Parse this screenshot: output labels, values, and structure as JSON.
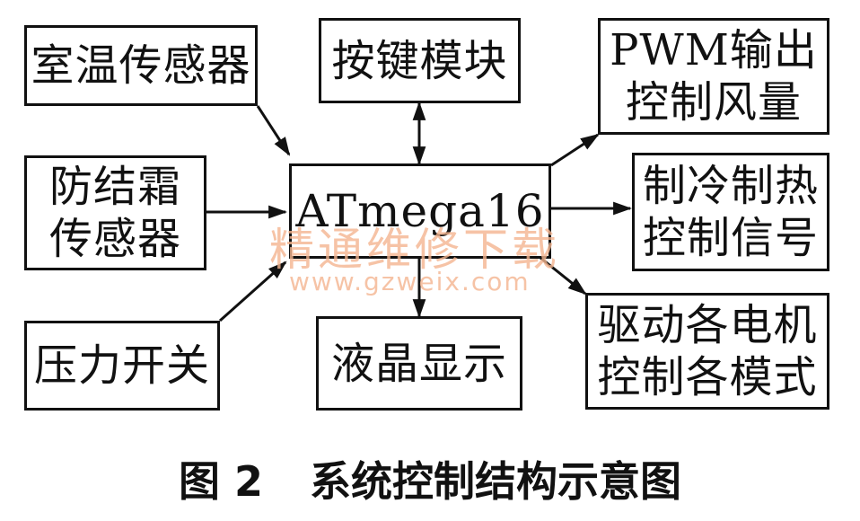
{
  "diagram": {
    "center": "ATmega16",
    "inputs": {
      "room_temp_sensor": "室温传感器",
      "anti_frost_sensor": "防结霜\n传感器",
      "pressure_switch": "压力开关"
    },
    "keypad": "按键模块",
    "lcd": "液晶显示",
    "outputs": {
      "pwm_fan": "PWM输出\n控制风量",
      "cool_heat": "制冷制热\n控制信号",
      "motors": "驱动各电机\n控制各模式"
    }
  },
  "watermark": {
    "line1": "精通维修下载",
    "line2": "www.gzweix.com"
  },
  "caption": {
    "figure": "图 2",
    "title": "系统控制结构示意图"
  }
}
